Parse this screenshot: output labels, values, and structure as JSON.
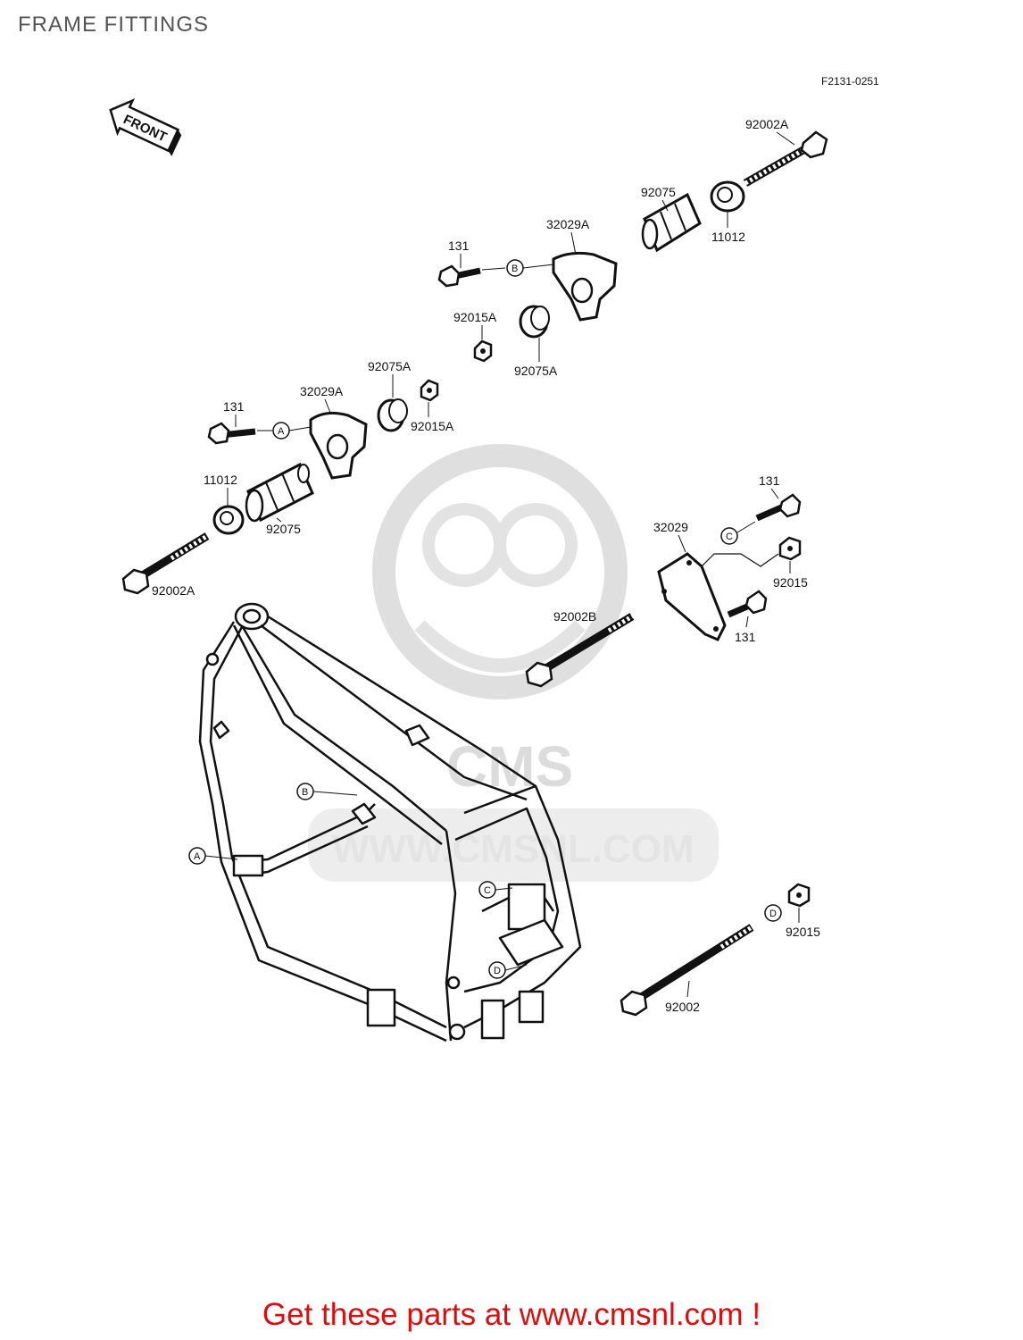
{
  "title": "FRAME FITTINGS",
  "ref_code": "F2131-0251",
  "front_arrow_label": "FRONT",
  "watermark": {
    "brand": "CMS",
    "url": "WWW.CMSNL.COM"
  },
  "footer_link": "Get these parts at www.cmsnl.com !",
  "callouts": {
    "a": "A",
    "b": "B",
    "c": "C",
    "d": "D"
  },
  "parts": {
    "p_92002A_top": "92002A",
    "p_92075_top": "92075",
    "p_11012_top": "11012",
    "p_32029A_top": "32029A",
    "p_131_top": "131",
    "p_92015A_top": "92015A",
    "p_92075A_top": "92075A",
    "p_92075A_mid": "92075A",
    "p_32029A_mid": "32029A",
    "p_131_mid": "131",
    "p_92015A_mid": "92015A",
    "p_11012_mid": "11012",
    "p_92075_mid": "92075",
    "p_92002A_mid": "92002A",
    "p_131_right_top": "131",
    "p_32029_right": "32029",
    "p_92015_right": "92015",
    "p_92002B_right": "92002B",
    "p_131_right_bottom": "131",
    "p_92015_bottom": "92015",
    "p_92002_bottom": "92002"
  },
  "colors": {
    "ink": "#111111",
    "title_gray": "#555555",
    "watermark_gray": "#d9d9d9",
    "footer_red": "#dd0d0d"
  }
}
